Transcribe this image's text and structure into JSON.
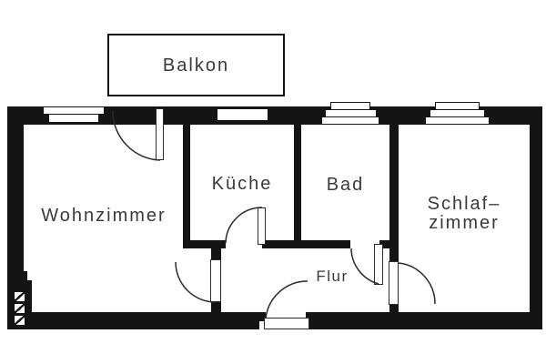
{
  "plan": {
    "rooms": {
      "balkon": "Balkon",
      "wohnzimmer": "Wohnzimmer",
      "kueche": "Küche",
      "bad": "Bad",
      "schlafzimmer_line1": "Schlaf–",
      "schlafzimmer_line2": "zimmer",
      "flur": "Flur"
    },
    "colors": {
      "wall": "#141414",
      "floor": "#ffffff",
      "text": "#3a3a3a"
    }
  }
}
